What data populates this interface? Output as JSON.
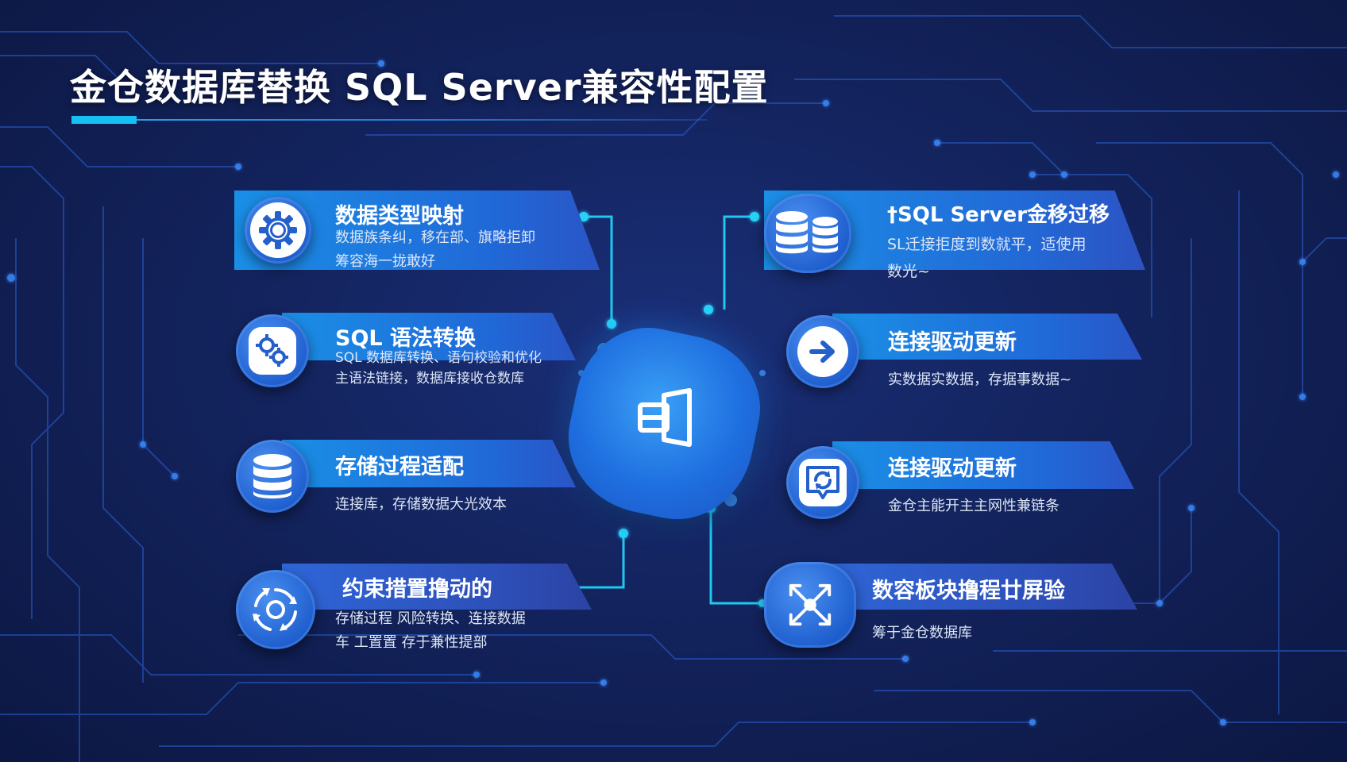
{
  "title": "金仓数据库替换 SQL Server兼容性配置",
  "hub": {
    "icon": "windows-server-icon"
  },
  "cards": [
    {
      "heading": "数据类型映射",
      "desc_lines": [
        "数据族条纠，移在部、旗略拒卸",
        "筹容海一拢敢好"
      ],
      "icon": "gear-icon"
    },
    {
      "heading": "SQL 语法转换",
      "desc_lines": [
        "SQL 数据库转换、语句校验和优化",
        "主语法链接，数据库接收仓数库"
      ],
      "icon": "gears-window-icon"
    },
    {
      "heading": "存储过程适配",
      "desc_lines": [
        "连接库，存储数据大光效本"
      ],
      "icon": "database-icon"
    },
    {
      "heading": "约束措置撸动的",
      "desc_lines": [
        "存储过程 风险转换、连接数据",
        "车 工置置 存于兼性提部"
      ],
      "icon": "cycle-arrows-icon"
    },
    {
      "heading": "†SQL Server金移过移",
      "desc_lines": [
        "SL迁接拒度到数就平，适使用",
        "数光~"
      ],
      "icon": "database-servers-icon"
    },
    {
      "heading": "连接驱动更新",
      "desc_lines": [
        "实数据实数据，存据事数据~"
      ],
      "icon": "arrow-right-icon"
    },
    {
      "heading": "连接驱动更新",
      "desc_lines": [
        "金仓主能开主主网性兼链条"
      ],
      "icon": "sync-chat-icon"
    },
    {
      "heading": "数容板块撸程廿屏验",
      "desc_lines": [
        "筹于金仓数据库"
      ],
      "icon": "expand-arrows-icon"
    }
  ]
}
